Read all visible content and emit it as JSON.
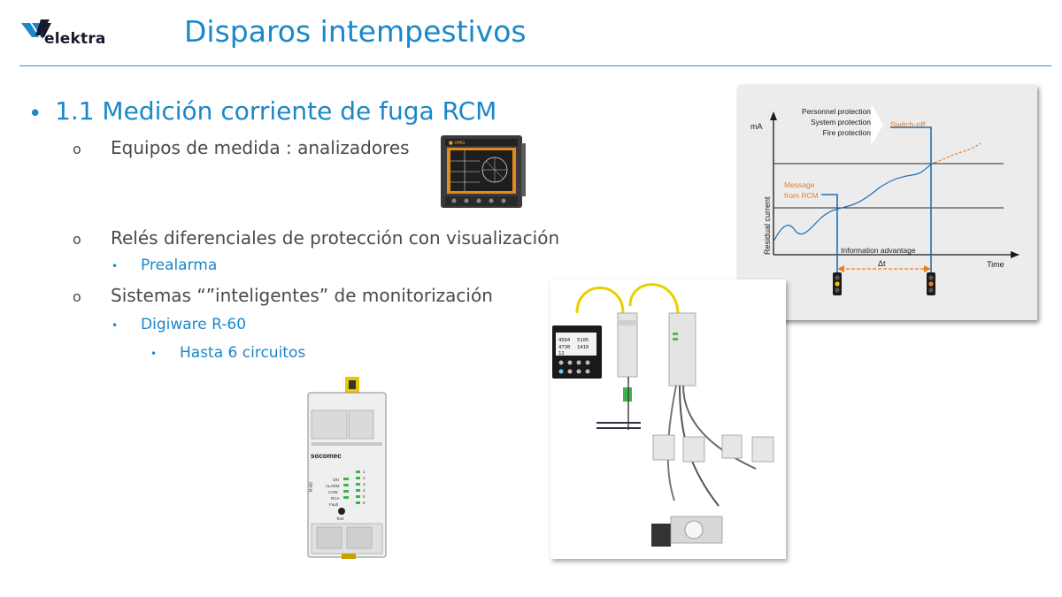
{
  "header": {
    "logo_text": "elektra",
    "title": "Disparos intempestivos"
  },
  "content": {
    "heading": "1.1 Medición corriente de fuga RCM",
    "items": [
      {
        "bullet": "o",
        "text": "Equipos de medida : analizadores"
      },
      {
        "bullet": "o",
        "text": "Relés diferenciales de protección con visualización",
        "sub": [
          "Prealarma"
        ]
      },
      {
        "bullet": "o",
        "text": "Sistemas “”inteligentes” de monitorización",
        "sub": [
          "Digiware R-60"
        ],
        "subsub": [
          "Hasta 6 circuitos"
        ]
      }
    ]
  },
  "diagram": {
    "ylabel_unit": "mA",
    "ylabel": "Residual current",
    "xlabel": "Time",
    "protections": [
      "Personnel protection",
      "System protection",
      "Fire protection"
    ],
    "switch_off": "Switch-off",
    "message": [
      "Message",
      "from RCM"
    ],
    "info_advantage": "Information advantage",
    "delta": "Δt",
    "colors": {
      "orange": "#f07d1c",
      "blue": "#1f6fb5",
      "bg": "#ececec"
    }
  },
  "device": {
    "brand": "socomec",
    "leds": [
      "ON",
      "ALARM",
      "COM",
      "RCA",
      "Fault"
    ],
    "nums": [
      "1",
      "2",
      "3",
      "4",
      "5",
      "6"
    ],
    "button": "Test",
    "side_label": "R-60"
  },
  "display": {
    "lines": [
      "4564",
      "5105",
      "4730",
      "1410",
      "12"
    ]
  },
  "icons": [
    "elektra-logo",
    "power-analyzer-image",
    "digiware-r60-image",
    "digiware-system-image",
    "traffic-light-icon"
  ]
}
